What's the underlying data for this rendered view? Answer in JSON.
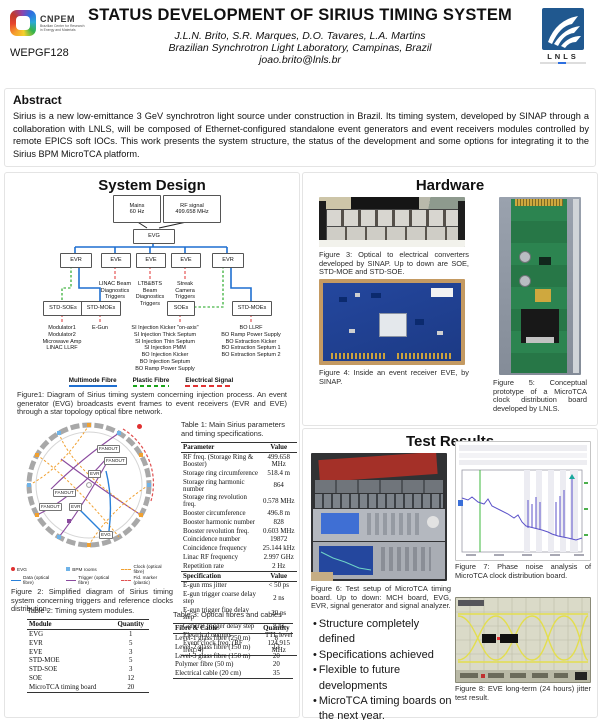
{
  "header": {
    "paper_id": "WEPGF128",
    "title": "STATUS DEVELOPMENT OF SIRIUS TIMING SYSTEM",
    "authors": "J.L.N. Brito, S.R. Marques, D.O. Tavares, L.A. Martins",
    "affiliation": "Brazilian Synchrotron Light Laboratory, Campinas, Brazil",
    "email": "joao.brito@lnls.br",
    "cnpem": {
      "name": "CNPEM",
      "tagline": "Brazilian Center for Research\nin Energy and Materials"
    },
    "lnls": {
      "name": "LNLS"
    }
  },
  "abstract": {
    "heading": "Abstract",
    "text": "Sirius is a new low-emittance 3 GeV synchrotron light source under construction in Brazil. Its timing system, developed by SINAP through a collaboration with LNLS, will be composed of Ethernet-configured standalone event generators and event receivers modules controlled by remote EPICS soft IOCs. This work presents the system structure, the status of the development and some options for integrating it to the Sirius BPM MicroTCA platform."
  },
  "system_design": {
    "heading": "System Design",
    "diagram": {
      "sources": [
        "Mains\n60 Hz",
        "RF signal\n499.658 MHz"
      ],
      "evg": "EVG",
      "receivers": [
        "EVR",
        "EVE",
        "EVE",
        "EVE",
        "EVR"
      ],
      "eve_triggers": [
        "LINAC Beam\nDiagnostics\nTriggers",
        "LTB&BTS\nBeam\nDiagnostics\nTriggers",
        "Streak\nCamera\nTriggers"
      ],
      "groups": [
        {
          "label": "STD-SOEs",
          "items": [
            "Modulator1",
            "Modulator2",
            "Microwave Amp",
            "LINAC LLRF"
          ]
        },
        {
          "label": "STD-MOEs",
          "items": [
            "E-Gun"
          ]
        },
        {
          "label": "SOEs",
          "items": [
            "SI Injection Kicker \"on-axis\"",
            "SI Injection Thick Septum",
            "SI Injection Thin Septum",
            "SI Injection PMM",
            "BO Injection Kicker",
            "BO Injection Septum",
            "BO Ramp Power Supply"
          ]
        },
        {
          "label": "STD-MOEs",
          "items": [
            "BO LLRF",
            "BO Ramp Power Supply",
            "BO Extraction Kicker",
            "BO Extraction Septum 1",
            "BO Extraction Septum 2"
          ]
        }
      ],
      "legend": [
        {
          "label": "Multimode Fibre",
          "color": "#1f6fd0",
          "style": "solid"
        },
        {
          "label": "Plastic Fibre",
          "color": "#19a319",
          "style": "dashed"
        },
        {
          "label": "Electrical Signal",
          "color": "#e03333",
          "style": "dashed"
        }
      ]
    },
    "figure1_caption": "Figure1: Diagram of Sirius timing system concerning injection process. An event generator (EVG) broadcasts event frames to event receivers (EVR and EVE) through a star topology optical fibre network.",
    "figure2": {
      "nodes": [
        "FANOUT",
        "FANOUT",
        "EVR",
        "FANOUT",
        "FANOUT",
        "EVR",
        "EVG"
      ],
      "legend": [
        {
          "label": "EVG",
          "swatch": "dot-red"
        },
        {
          "label": "BPM rooms",
          "swatch": "sq-blue"
        },
        {
          "label": "Clock (optical fibre)",
          "swatch": "dash-orange"
        },
        {
          "label": "Data (optical fibre)",
          "swatch": "arrow-blue"
        },
        {
          "label": "Trigger (optical fibre)",
          "swatch": "arrow-purple"
        },
        {
          "label": "Fid. marker (plastic)",
          "swatch": "dash-red"
        }
      ],
      "caption": "Figure 2: Simplified diagram of Sirius timing system concerning triggers and reference clocks distribution."
    }
  },
  "table1": {
    "caption": "Table 1: Main Sirius parameters and timing specifications.",
    "param_header": [
      "Parameter",
      "Value"
    ],
    "parameters": [
      [
        "RF freq. (Storage Ring & Booster)",
        "499.658 MHz"
      ],
      [
        "Storage ring circumference",
        "518.4 m"
      ],
      [
        "Storage ring harmonic number",
        "864"
      ],
      [
        "Storage ring revolution freq.",
        "0.578 MHz"
      ],
      [
        "Booster circumference",
        "496.8 m"
      ],
      [
        "Booster harmonic number",
        "828"
      ],
      [
        "Booster revolution freq.",
        "0.603 MHz"
      ],
      [
        "Coincidence number",
        "19872"
      ],
      [
        "Coincidence frequency",
        "25.144 kHz"
      ],
      [
        "Linac RF frequency",
        "2.997 GHz"
      ],
      [
        "Repetition rate",
        "2 Hz"
      ]
    ],
    "spec_header": [
      "Specification",
      "Value"
    ],
    "specifications": [
      [
        "E-gun rms jitter",
        "< 50 ps"
      ],
      [
        "E-gun trigger coarse delay step",
        "2 ns"
      ],
      [
        "E-gun trigger fine delay step",
        "20 ps"
      ],
      [
        "General trigger delay step",
        "8 ns"
      ],
      [
        "Electrical outputs",
        "TTL level"
      ],
      [
        "Event clock freq. (RF freq./4)",
        "124.915 MHz"
      ]
    ]
  },
  "table2": {
    "caption": "Table 2: Timing system modules.",
    "headers": [
      "Module",
      "Quantity"
    ],
    "rows": [
      [
        "EVG",
        "1"
      ],
      [
        "EVR",
        "5"
      ],
      [
        "EVE",
        "3"
      ],
      [
        "STD-MOE",
        "5"
      ],
      [
        "STD-SOE",
        "3"
      ],
      [
        "SOE",
        "12"
      ],
      [
        "MicroTCA timing board",
        "20"
      ]
    ]
  },
  "table3": {
    "caption": "Table 3: Optical fibres and cables",
    "headers": [
      "Fibre & Cable",
      "Quantity"
    ],
    "rows": [
      [
        "Level-1 glass fibre (250 m)",
        "8"
      ],
      [
        "Level-2 glass fibre (150 m)",
        "13"
      ],
      [
        "Level-3 glass fibre (150 m)",
        "20"
      ],
      [
        "Polymer fibre (50 m)",
        "20"
      ],
      [
        "Electrical cable (20 cm)",
        "35"
      ]
    ]
  },
  "hardware": {
    "heading": "Hardware",
    "figure3_caption": "Figure 3: Optical to electrical converters developed by SINAP. Up to down are SOE, STD-MOE and STD-SOE.",
    "figure4_caption": "Figure 4: Inside an event receiver EVE, by SINAP.",
    "figure5_caption": "Figure 5: Conceptual prototype of a MicroTCA clock distribution board developed by LNLS."
  },
  "test_results": {
    "heading": "Test Results",
    "figure6_caption": "Figure 6: Test setup of MicroTCA timing board. Up to down: MCH board, EVG, EVR, signal generator and signal analyzer.",
    "figure7_caption": "Figure 7: Phase noise analysis of MicroTCA clock distribution board.",
    "figure8_caption": "Figure 8: EVE long-term (24 hours) jitter test result.",
    "bullets": [
      "Structure completely defined",
      "Specifications achieved",
      "Flexible to future developments",
      "MicroTCA timing boards on the next year."
    ]
  }
}
